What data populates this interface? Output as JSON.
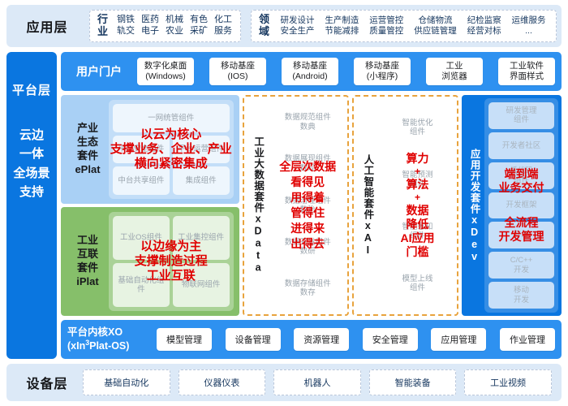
{
  "app_layer": {
    "title": "应用层",
    "groups": [
      {
        "name": "industry",
        "label_line1": "行",
        "label_line2": "业",
        "columns": [
          {
            "top": "钢铁",
            "bottom": "轨交"
          },
          {
            "top": "医药",
            "bottom": "电子"
          },
          {
            "top": "机械",
            "bottom": "农业"
          },
          {
            "top": "有色",
            "bottom": "采矿"
          },
          {
            "top": "化工",
            "bottom": "服务"
          }
        ]
      },
      {
        "name": "domain",
        "label_line1": "领",
        "label_line2": "域",
        "columns": [
          {
            "top": "研发设计",
            "bottom": "安全生产"
          },
          {
            "top": "生产制造",
            "bottom": "节能减排"
          },
          {
            "top": "运营管控",
            "bottom": "质量管控"
          },
          {
            "top": "仓储物流",
            "bottom": "供应链管理"
          },
          {
            "top": "纪检监察",
            "bottom": "经营对标"
          },
          {
            "top": "运维服务",
            "bottom": "..."
          }
        ]
      }
    ]
  },
  "platform": {
    "side": {
      "title": "平台层",
      "subtitle": "云边\n一体\n全场景\n支持",
      "sub_lines": [
        "云边",
        "一体",
        "全场景",
        "支持"
      ]
    },
    "portal": {
      "label": "用户门户",
      "items": [
        {
          "line1": "数字化桌面",
          "line2": "(Windows)"
        },
        {
          "line1": "移动基座",
          "line2": "(IOS)"
        },
        {
          "line1": "移动基座",
          "line2": "(Android)"
        },
        {
          "line1": "移动基座",
          "line2": "(小程序)"
        },
        {
          "line1": "工业",
          "line2": "浏览器"
        },
        {
          "line1": "工业软件",
          "line2": "界面样式"
        }
      ]
    },
    "suites": {
      "eplat": {
        "label": "产业\n生态\n套件\nePlat",
        "label_lines": [
          "产业",
          "生态",
          "套件",
          "ePlat"
        ],
        "ghost_components": [
          "一网统管组件",
          "",
          "平台安全\n组件",
          "平台运营\n组件",
          "中台共享\n组件",
          "集成组件"
        ],
        "ghosts": [
          {
            "text": "一网统管组件",
            "span": 2
          },
          {
            "text": "平台安全组件",
            "span": 1
          },
          {
            "text": "平台运营组件",
            "span": 1
          },
          {
            "text": "中台共享组件",
            "span": 1
          },
          {
            "text": "集成组件",
            "span": 1
          }
        ],
        "highlight": [
          "以云为核心",
          "支撑业务、企业、产业",
          "横向紧密集成"
        ]
      },
      "iplat": {
        "label_lines": [
          "工业",
          "互联",
          "套件",
          "iPlat"
        ],
        "ghosts": [
          {
            "text": "工业OS组件",
            "span": 1
          },
          {
            "text": "工业集控组件",
            "span": 1
          },
          {
            "text": "基础自动化组件",
            "span": 1
          },
          {
            "text": "物联网组件",
            "span": 1
          }
        ],
        "highlight": [
          "以边缘为主",
          "支撑制造过程",
          "工业互联"
        ]
      },
      "xdata": {
        "vlabel": "工业大数据套件xData",
        "ghosts": [
          {
            "text": "数据规范组件\n数典"
          },
          {
            "text": "数据展现组件\n数现"
          },
          {
            "text": "数据治理组件\n数治"
          },
          {
            "text": "数据开发组件\n数研"
          },
          {
            "text": "数据存储组件\n数存"
          }
        ],
        "highlight": [
          "全层次数据",
          "看得见",
          "用得着",
          "管得住",
          "进得来",
          "出得去"
        ]
      },
      "xai": {
        "vlabel": "人工智能套件xAI",
        "ghosts": [
          {
            "text": "智能优化\n组件"
          },
          {
            "text": "智能预测\n组件"
          },
          {
            "text": "智能感知\n组件"
          },
          {
            "text": "模型上线\n组件"
          }
        ],
        "highlight": [
          "算力",
          "+",
          "算法",
          "+",
          "数据",
          "降低",
          "AI应用",
          "门槛"
        ]
      },
      "xdev": {
        "vlabel": "应用开发套件xDev",
        "ghosts": [
          {
            "text": "研发管理\n组件"
          },
          {
            "text": "开发者社区"
          },
          {
            "text": "低代码\n组件"
          },
          {
            "text": "开发框架"
          },
          {
            "text": "开发"
          },
          {
            "text": "C/C++\n开发"
          },
          {
            "text": "移动\n开发"
          }
        ],
        "highlight": [
          "端到端",
          "业务交付",
          "全流程",
          "开发管理"
        ]
      }
    },
    "kernel": {
      "label_line1": "平台内核XO",
      "label_line2_pre": "(xIn",
      "label_line2_sup": "3",
      "label_line2_post": "Plat-OS)",
      "items": [
        "模型管理",
        "设备管理",
        "资源管理",
        "安全管理",
        "应用管理",
        "作业管理"
      ]
    }
  },
  "device_layer": {
    "title": "设备层",
    "items": [
      "基础自动化",
      "仪器仪表",
      "机器人",
      "智能装备",
      "工业视频"
    ]
  },
  "colors": {
    "band_bg": "#dce9f7",
    "platform_blue": "#0a76e0",
    "row_blue": "#2e91f0",
    "suite_blue": "#a9d0f5",
    "suite_green": "#86bf6a",
    "split_top": "#78b7ee",
    "split_bottom": "#8dc277",
    "dashed_orange": "#e8a33d",
    "highlight_red": "#e00000"
  }
}
